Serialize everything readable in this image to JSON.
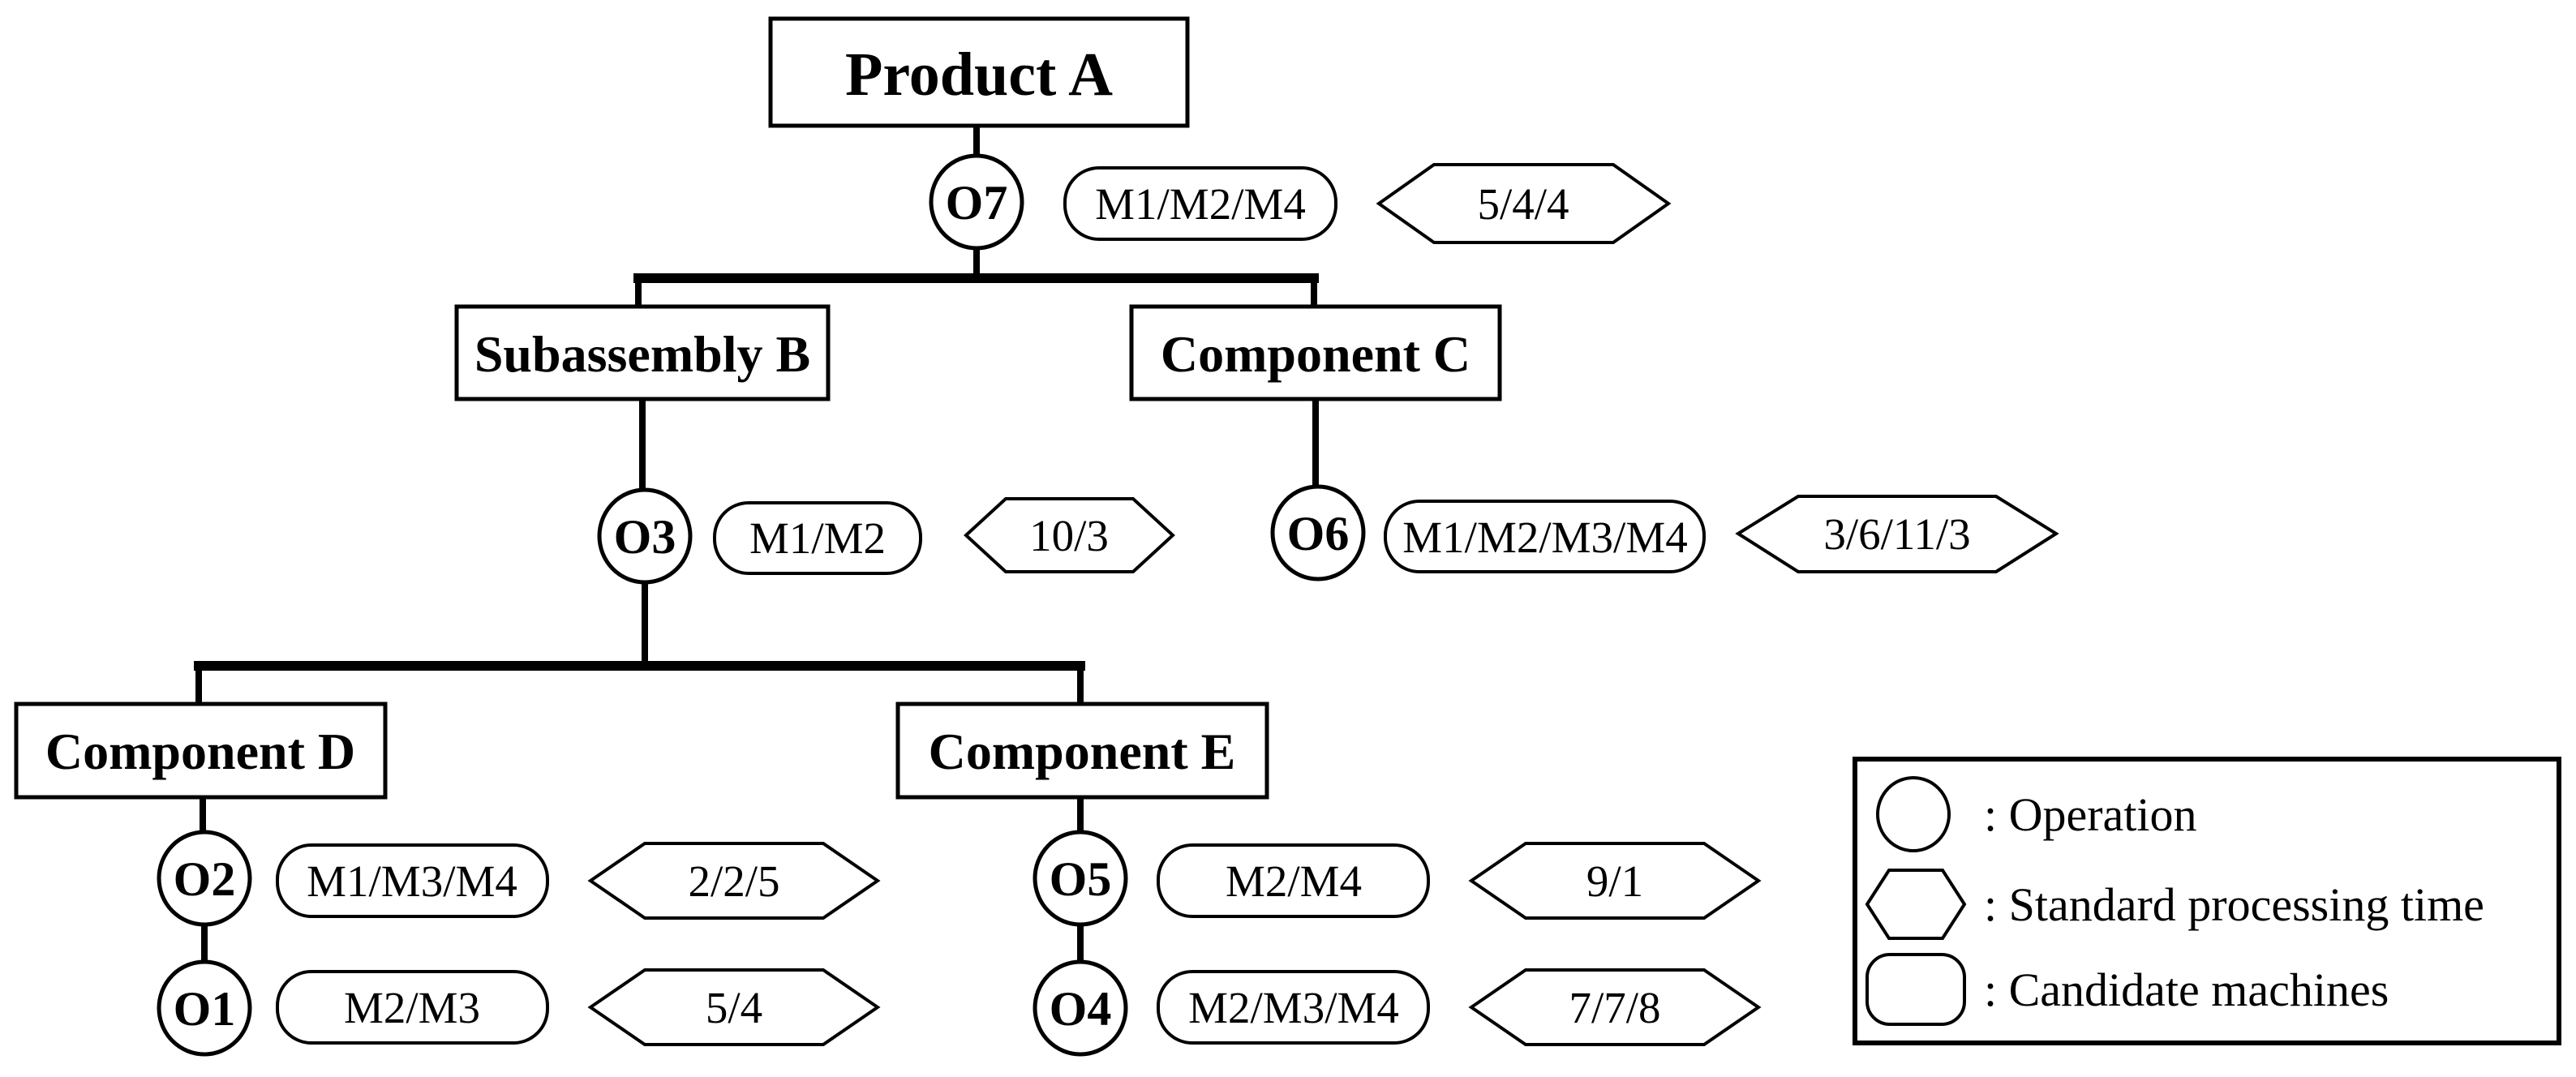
{
  "colors": {
    "ink": "#000000",
    "background": "#ffffff"
  },
  "nodes": {
    "product_a": {
      "label": "Product A"
    },
    "subassembly_b": {
      "label": "Subassembly B"
    },
    "component_c": {
      "label": "Component C"
    },
    "component_d": {
      "label": "Component D"
    },
    "component_e": {
      "label": "Component E"
    }
  },
  "operations": {
    "o7": {
      "label": "O7",
      "machines": "M1/M2/M4",
      "times": "5/4/4"
    },
    "o3": {
      "label": "O3",
      "machines": "M1/M2",
      "times": "10/3"
    },
    "o6": {
      "label": "O6",
      "machines": "M1/M2/M3/M4",
      "times": "3/6/11/3"
    },
    "o2": {
      "label": "O2",
      "machines": "M1/M3/M4",
      "times": "2/2/5"
    },
    "o1": {
      "label": "O1",
      "machines": "M2/M3",
      "times": "5/4"
    },
    "o5": {
      "label": "O5",
      "machines": "M2/M4",
      "times": "9/1"
    },
    "o4": {
      "label": "O4",
      "machines": "M2/M3/M4",
      "times": "7/7/8"
    }
  },
  "legend": {
    "operation_label": ": Operation",
    "processing_time_label": ": Standard processing time",
    "candidate_machines_label": ": Candidate machines"
  }
}
